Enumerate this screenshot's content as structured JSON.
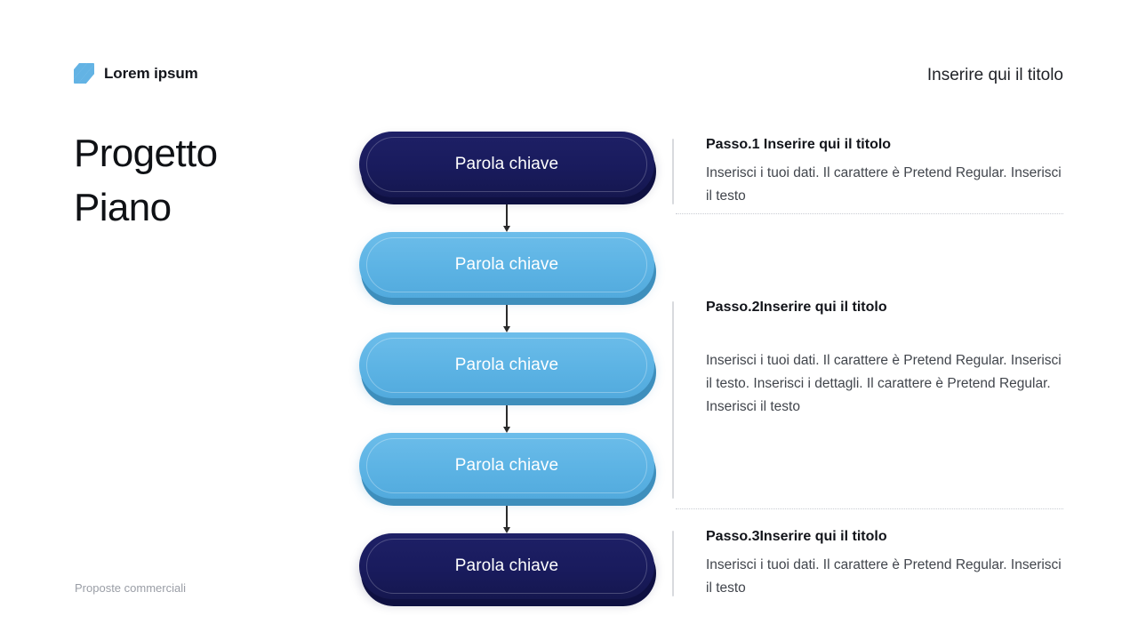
{
  "header": {
    "brand_name": "Lorem ipsum",
    "brand_logo_icon": "diagonal-stripes-logo-icon",
    "title": "Inserire qui il titolo"
  },
  "left": {
    "page_title_line1": "Progetto",
    "page_title_line2": "Piano",
    "footer_note": "Proposte commerciali"
  },
  "flow": {
    "nodes": [
      {
        "label": "Parola chiave",
        "variant": "dark"
      },
      {
        "label": "Parola chiave",
        "variant": "light"
      },
      {
        "label": "Parola chiave",
        "variant": "light"
      },
      {
        "label": "Parola chiave",
        "variant": "light"
      },
      {
        "label": "Parola chiave",
        "variant": "dark"
      }
    ],
    "connector_icon": "down-arrow-icon"
  },
  "steps": [
    {
      "number": "Passo.1",
      "title": " Inserire qui il titolo",
      "body": "Inserisci i tuoi dati. Il carattere è Pretend Regular. Inserisci il testo"
    },
    {
      "number": "Passo.2",
      "title": "Inserire qui il titolo",
      "body": "Inserisci i tuoi dati. Il carattere è Pretend Regular. Inserisci il testo. Inserisci i dettagli. Il carattere è Pretend Regular. Inserisci il testo"
    },
    {
      "number": "Passo.3",
      "title": "Inserire qui il titolo",
      "body": "Inserisci i tuoi dati. Il carattere è Pretend Regular. Inserisci il testo"
    }
  ],
  "colors": {
    "dark_node": "#191b5d",
    "light_node": "#5cb3e4",
    "accent_logo": "#63b3e4",
    "background": "#ffffff",
    "divider": "#c9ccd2",
    "vbar": "#d8dade"
  }
}
